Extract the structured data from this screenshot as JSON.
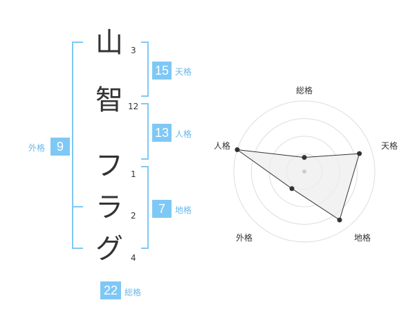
{
  "name_chars": [
    {
      "char": "山",
      "strokes": "3"
    },
    {
      "char": "智",
      "strokes": "12"
    },
    {
      "char": "フ",
      "strokes": "1"
    },
    {
      "char": "ラ",
      "strokes": "2"
    },
    {
      "char": "グ",
      "strokes": "4"
    }
  ],
  "fortune": {
    "tenkaku": {
      "value": "15",
      "label": "天格"
    },
    "jinkaku": {
      "value": "13",
      "label": "人格"
    },
    "chikaku": {
      "value": "7",
      "label": "地格"
    },
    "gaikaku": {
      "value": "9",
      "label": "外格"
    },
    "soukaku": {
      "value": "22",
      "label": "総格"
    }
  },
  "colors": {
    "accent": "#7ec8f5",
    "accent_text": "#69b8ea",
    "polygon_fill": "#eeeeee"
  },
  "chart_data": {
    "type": "radar",
    "axes": [
      "総格",
      "天格",
      "地格",
      "外格",
      "人格"
    ],
    "values": [
      0.2,
      0.82,
      0.85,
      0.3,
      1.0
    ],
    "range": [
      0,
      1
    ],
    "rings": 4
  }
}
